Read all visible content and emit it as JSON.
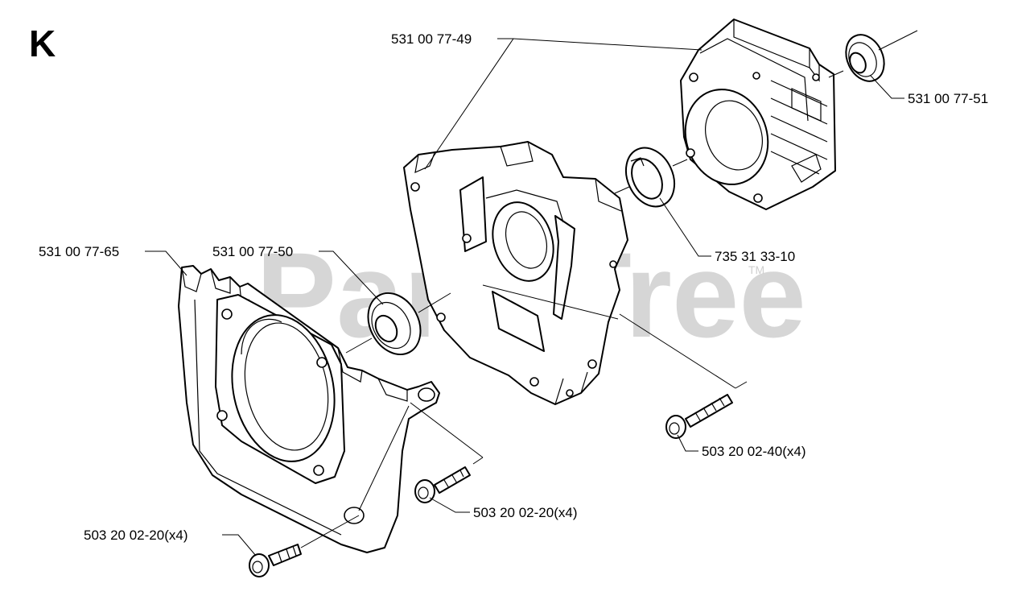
{
  "section_letter": "K",
  "watermark": {
    "text": "PartsTree",
    "trademark": "TM"
  },
  "callouts": [
    {
      "id": "crankcase-half-upper",
      "label": "531 00 77-49"
    },
    {
      "id": "oil-seal-right",
      "label": "531 00 77-51"
    },
    {
      "id": "retaining-ring",
      "label": "735 31 33-10"
    },
    {
      "id": "housing-cover",
      "label": "531 00 77-65"
    },
    {
      "id": "oil-seal-left",
      "label": "531 00 77-50"
    },
    {
      "id": "screw-crankcase",
      "label": "503 20 02-40(x4)"
    },
    {
      "id": "screw-housing-mid",
      "label": "503 20 02-20(x4)"
    },
    {
      "id": "screw-housing-low",
      "label": "503 20 02-20(x4)"
    }
  ]
}
